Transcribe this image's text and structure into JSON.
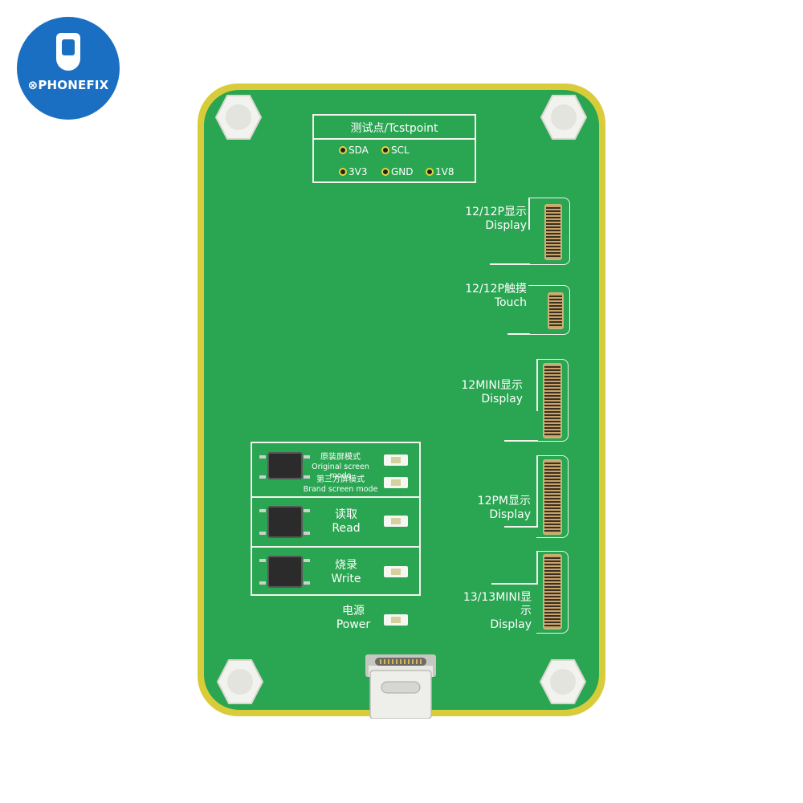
{
  "logo": {
    "text": "PHONEFIX",
    "prefix": "⊗",
    "brand_color": "#1b6fc2"
  },
  "board": {
    "testpoint": {
      "title": "测试点/Tcstpoint",
      "pads": [
        "SDA",
        "SCL",
        "3V3",
        "GND",
        "1V8"
      ]
    },
    "connectors": [
      {
        "line1": "12/12P显示",
        "line2": "Display"
      },
      {
        "line1": "12/12P触摸",
        "line2": "Touch"
      },
      {
        "line1": "12MINI显示",
        "line2": "Display"
      },
      {
        "line1": "12PM显示",
        "line2": "Display"
      },
      {
        "line1": "13/13MINI显示",
        "line2": "Display"
      }
    ],
    "modes": {
      "original_cn": "原装屏模式",
      "original_en": "Original screen mode",
      "brand_cn": "第三方屏模式",
      "brand_en": "Brand screen mode"
    },
    "read": {
      "cn": "读取",
      "en": "Read"
    },
    "write": {
      "cn": "烧录",
      "en": "Write"
    },
    "power": {
      "cn": "电源",
      "en": "Power"
    },
    "colors": {
      "pcb": "#2aa552",
      "edge": "#d9cc3a"
    }
  }
}
